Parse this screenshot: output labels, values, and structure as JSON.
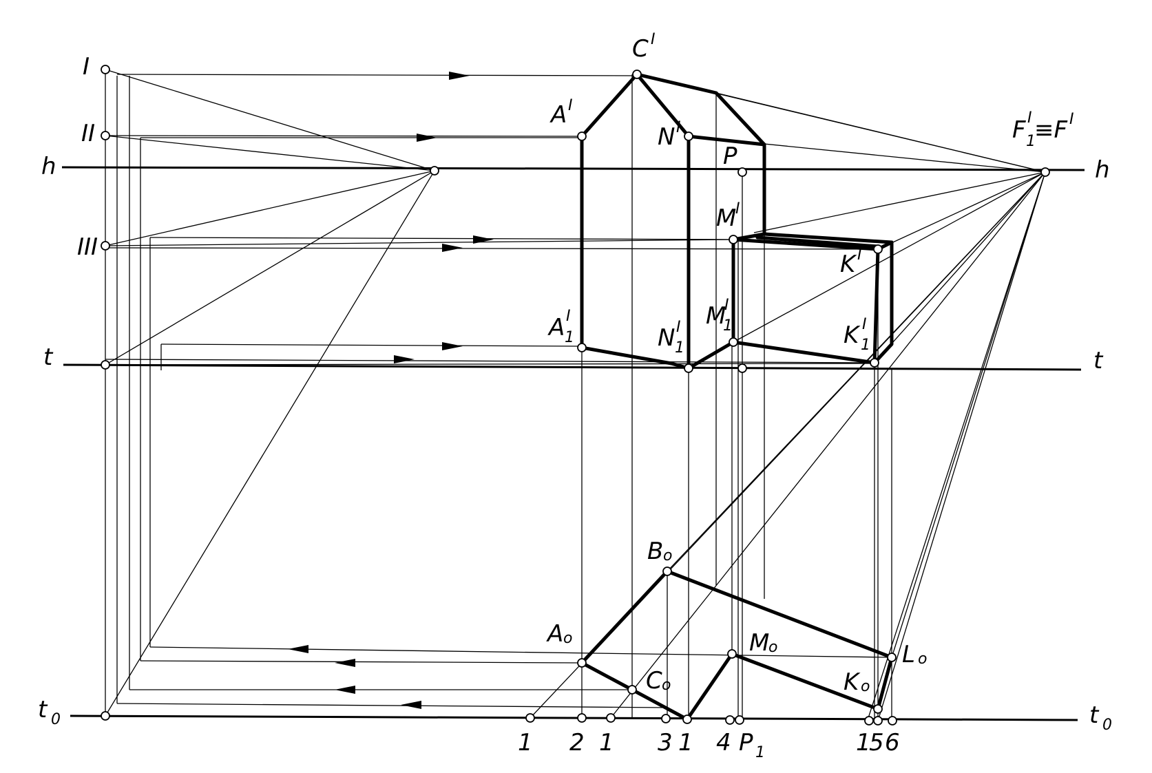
{
  "line_labels": {
    "h_left": "h",
    "h_right": "h",
    "t_left": "t",
    "t_right": "t",
    "t0_left": "t",
    "t0_left_sub": "0",
    "t0_right": "t",
    "t0_right_sub": "0"
  },
  "roman_labels": {
    "I": "I",
    "II": "II",
    "III": "III"
  },
  "point_labels": {
    "C": "C",
    "C_sup": "I",
    "A": "A",
    "A_sup": "I",
    "N": "N",
    "N_sup": "I",
    "P": "P",
    "M": "M",
    "M_sup": "I",
    "K": "K",
    "K_sup": "I",
    "A1": "A",
    "A1_sub": "1",
    "A1_sup": "I",
    "N1": "N",
    "N1_sub": "1",
    "N1_sup": "I",
    "M1": "M",
    "M1_sub": "1",
    "M1_sup": "I",
    "K1": "K",
    "K1_sub": "1",
    "K1_sup": "I",
    "F": "F",
    "F_sub": "1",
    "F_sup": "I",
    "F_eq": "≡F",
    "F_sup2": "I",
    "B0": "B",
    "B0_sub": "o",
    "A0": "A",
    "A0_sub": "o",
    "C0": "C",
    "C0_sub": "o",
    "M0": "M",
    "M0_sub": "o",
    "K0": "K",
    "K0_sub": "o",
    "L0": "L",
    "L0_sub": "o"
  },
  "bottom_numbers": {
    "n1a": "1",
    "n2": "2",
    "n1b": "1",
    "n3": "3",
    "n1c": "1",
    "n4": "4",
    "P1": "P",
    "P1_sub": "1",
    "n1d": "1",
    "n5": "5",
    "n6": "6"
  }
}
